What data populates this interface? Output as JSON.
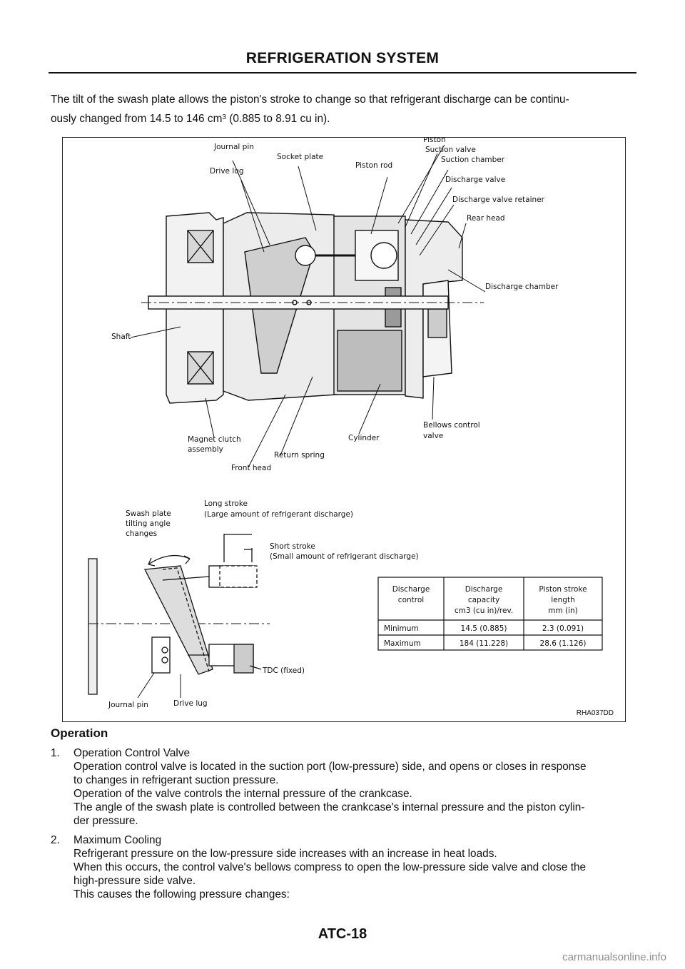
{
  "header": {
    "title": "REFRIGERATION SYSTEM"
  },
  "intro": {
    "line1": "The tilt of the swash plate allows the piston's stroke to change so that refrigerant discharge can be continu-",
    "line2_pre": "ously changed from 14.5 to 146 cm",
    "sup": "3",
    "line2_post": "  (0.885 to 8.91 cu in)."
  },
  "figure": {
    "code": "RHA037DD",
    "labels": {
      "journal_pin": "Journal pin",
      "socket_plate": "Socket plate",
      "drive_lug": "Drive lug",
      "piston": "Piston",
      "suction_valve": "Suction valve",
      "suction_chamber": "Suction chamber",
      "piston_rod": "Piston rod",
      "discharge_valve": "Discharge valve",
      "discharge_valve_retainer": "Discharge valve retainer",
      "rear_head": "Rear head",
      "discharge_chamber": "Discharge chamber",
      "shaft": "Shaft",
      "magnet_clutch_1": "Magnet clutch",
      "magnet_clutch_2": "assembly",
      "return_spring": "Return spring",
      "front_head": "Front head",
      "cylinder": "Cylinder",
      "bellows_1": "Bellows control",
      "bellows_2": "valve",
      "long_stroke_1": "Long stroke",
      "long_stroke_2": "(Large amount of refrigerant discharge)",
      "short_stroke_1": "Short stroke",
      "short_stroke_2": "(Small amount of refrigerant discharge)",
      "swash_1": "Swash plate",
      "swash_2": "tilting angle",
      "swash_3": "changes",
      "tdc": "TDC (fixed)",
      "journal_pin_2": "Journal pin",
      "drive_lug_2": "Drive lug"
    },
    "table": {
      "h1a": "Discharge",
      "h1b": "control",
      "h2a": "Discharge",
      "h2b": "capacity",
      "h2c": "cm3 (cu in)/rev.",
      "h3a": "Piston stroke",
      "h3b": "length",
      "h3c": "mm (in)",
      "r1c1": "Minimum",
      "r1c2": "14.5  (0.885)",
      "r1c3": "2.3  (0.091)",
      "r2c1": "Maximum",
      "r2c2": "184  (11.228)",
      "r2c3": "28.6  (1.126)"
    }
  },
  "section": {
    "title": "Operation"
  },
  "operations": [
    {
      "num": "1.",
      "title": "Operation Control Valve",
      "lines": [
        "Operation control valve is located in the suction port (low-pressure) side, and opens or closes in response",
        "to changes in refrigerant suction pressure.",
        "Operation of the valve controls the internal pressure of the crankcase.",
        "The angle of the swash plate is controlled between the crankcase's internal pressure and the piston cylin-",
        "der pressure."
      ]
    },
    {
      "num": "2.",
      "title": "Maximum Cooling",
      "lines": [
        "Refrigerant pressure on the low-pressure side increases with an increase in heat loads.",
        "When this occurs, the control valve's bellows compress to open the low-pressure side valve and close the",
        "high-pressure side valve.",
        "This causes the following pressure changes:"
      ]
    }
  ],
  "footer": {
    "page": "ATC-18"
  },
  "watermark": "carmanualsonline.info"
}
